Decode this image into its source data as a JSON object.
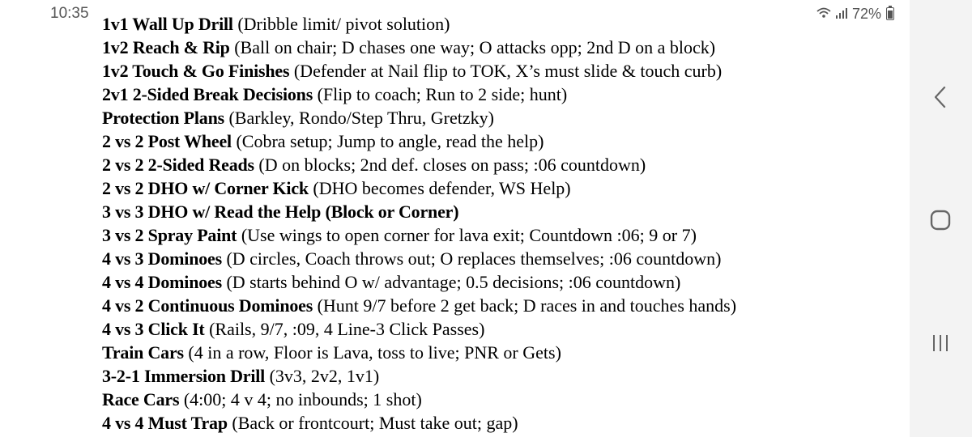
{
  "status_bar": {
    "time": "10:35",
    "icons": [
      "wifi-calling-icon",
      "signal-icon",
      "battery-icon"
    ],
    "battery": "72%"
  },
  "drills": [
    {
      "name": "1v1 Wall Up Drill",
      "detail": "(Dribble limit/ pivot solution)"
    },
    {
      "name": "1v2 Reach & Rip",
      "detail": "(Ball on chair; D chases one way; O attacks opp; 2nd D on a block)"
    },
    {
      "name": "1v2 Touch & Go Finishes",
      "detail": "(Defender at Nail flip to TOK, X’s must slide & touch curb)"
    },
    {
      "name": "2v1 2-Sided Break Decisions",
      "detail": "(Flip to coach; Run to 2 side; hunt)"
    },
    {
      "name": "Protection Plans",
      "detail": "(Barkley, Rondo/Step Thru, Gretzky)"
    },
    {
      "name": "2 vs 2 Post Wheel",
      "detail": "(Cobra setup; Jump to angle, read the help)"
    },
    {
      "name": "2 vs 2 2-Sided Reads",
      "detail": "(D on blocks; 2nd def. closes on pass; :06 countdown)"
    },
    {
      "name": "2 vs 2 DHO w/ Corner Kick",
      "detail": "(DHO becomes defender, WS Help)"
    },
    {
      "name": "3 vs 3 DHO w/ Read the Help (Block or Corner)",
      "detail": ""
    },
    {
      "name": "3 vs 2 Spray Paint",
      "detail": "(Use wings to open corner for lava exit; Countdown :06; 9 or 7)"
    },
    {
      "name": "4 vs 3 Dominoes",
      "detail": "(D circles, Coach throws out; O replaces themselves; :06 countdown)"
    },
    {
      "name": "4 vs 4 Dominoes",
      "detail": "(D starts behind O w/ advantage; 0.5 decisions; :06 countdown)"
    },
    {
      "name": "4 vs 2 Continuous Dominoes",
      "detail": "(Hunt 9/7 before 2 get back; D races in and touches hands)"
    },
    {
      "name": "4 vs 3 Click It",
      "detail": "(Rails, 9/7, :09, 4 Line-3 Click Passes)"
    },
    {
      "name": "Train Cars",
      "detail": "(4 in a row, Floor is Lava, toss to live; PNR or Gets)"
    },
    {
      "name": "3-2-1 Immersion Drill",
      "detail": "(3v3, 2v2, 1v1)"
    },
    {
      "name": "Race Cars",
      "detail": "(4:00; 4 v 4; no inbounds; 1 shot)"
    },
    {
      "name": "4 vs 4 Must Trap",
      "detail": "(Back or frontcourt; Must take out; gap)"
    }
  ],
  "nav_bar": {
    "buttons": [
      "back-icon",
      "home-icon",
      "recents-icon"
    ]
  }
}
